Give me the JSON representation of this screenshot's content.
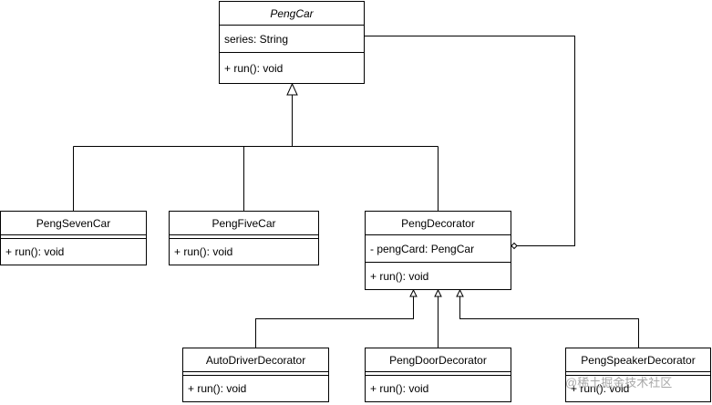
{
  "classes": {
    "peng_car": {
      "name": "PengCar",
      "attribute": "series: String",
      "method": "+ run(): void"
    },
    "peng_seven_car": {
      "name": "PengSevenCar",
      "method": "+ run(): void"
    },
    "peng_five_car": {
      "name": "PengFiveCar",
      "method": "+ run(): void"
    },
    "peng_decorator": {
      "name": "PengDecorator",
      "attribute": "- pengCard: PengCar",
      "method": "+ run(): void"
    },
    "auto_driver_decorator": {
      "name": "AutoDriverDecorator",
      "method": "+ run(): void"
    },
    "peng_door_decorator": {
      "name": "PengDoorDecorator",
      "method": "+ run(): void"
    },
    "peng_speaker_decorator": {
      "name": "PengSpeakerDecorator",
      "method": "+ run(): void"
    }
  },
  "watermark": "@稀土掘金技术社区"
}
